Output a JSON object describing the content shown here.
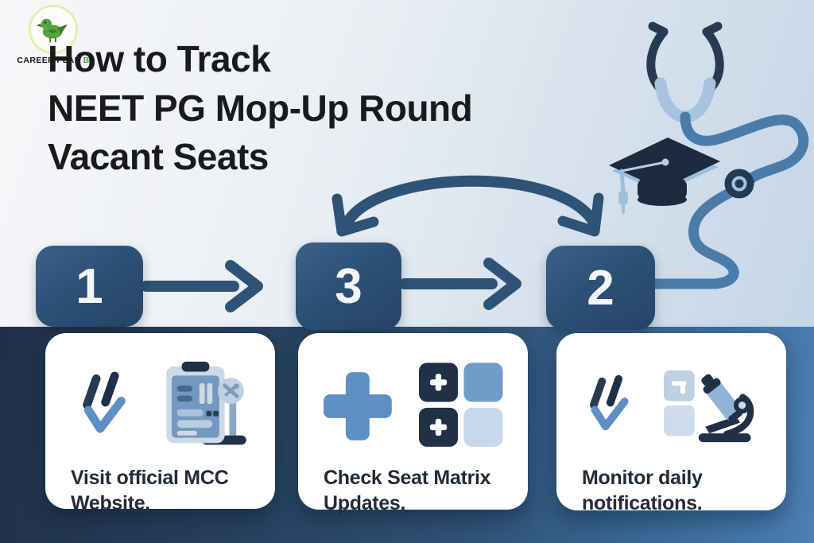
{
  "brand": {
    "name": "CAREER PLAN",
    "suffix": "B"
  },
  "title": {
    "line1": "How to Track",
    "line2": "NEET PG Mop-Up Round",
    "line3": "Vacant Seats"
  },
  "steps": [
    {
      "number": "1",
      "label": "Visit official MCC Website.",
      "icons": [
        "double-check-icon",
        "clipboard-settings-icon"
      ]
    },
    {
      "number": "3",
      "label": "Check Seat Matrix Updates.",
      "icons": [
        "plus-icon",
        "seat-matrix-grid-icon"
      ]
    },
    {
      "number": "2",
      "label": "Monitor daily notifications.",
      "icons": [
        "double-check-icon",
        "microscope-icon"
      ]
    }
  ],
  "decorations": {
    "top_right": "stethoscope-illustration",
    "center_right": "graduation-cap-illustration",
    "arrows": [
      "arrow-step1-to-step3",
      "arrow-step3-to-step2",
      "curved-double-arrow",
      "tube-from-step2"
    ]
  },
  "colors": {
    "badge_navy": "#2d5076",
    "arrow_navy": "#2e5377",
    "tube_blue": "#4b7ba9",
    "light_blue": "#a7c3de",
    "icon_blue": "#5e8fc4",
    "icon_dark": "#1f3047",
    "title_text": "#191a1c",
    "card_text": "#232b39",
    "logo_green": "#55a33f",
    "bg_bottom_left": "#20304a",
    "bg_bottom_right": "#4c80b2"
  }
}
